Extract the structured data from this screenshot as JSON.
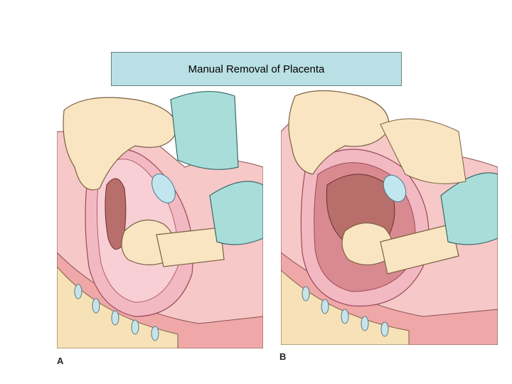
{
  "title": "Manual Removal of Placenta",
  "panels": [
    {
      "label": "A"
    },
    {
      "label": "B"
    }
  ],
  "colors": {
    "title_bg": "#b9e0e4",
    "skin": "#fae5c3",
    "glove": "#a9ddd9",
    "tissue_pink": "#f2b9c2",
    "uterus_wall": "#e8a2ae",
    "placenta": "#b86e6a",
    "bladder": "#c2e6ef",
    "spine": "#c6e4ea"
  }
}
